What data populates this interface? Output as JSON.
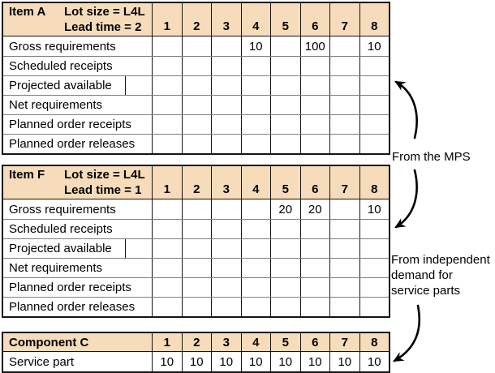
{
  "colors": {
    "header_bg": "#F6DCBA",
    "grid_gray": "#7f7f7f",
    "line_black": "#141414"
  },
  "periods": [
    "1",
    "2",
    "3",
    "4",
    "5",
    "6",
    "7",
    "8"
  ],
  "tables": [
    {
      "id": "item-a",
      "title": "Item A",
      "lot_size": "Lot size = L4L",
      "lead_time": "Lead time = 2",
      "rows": [
        {
          "label": "Gross requirements",
          "values": [
            "",
            "",
            "",
            "10",
            "",
            "100",
            "",
            "10"
          ]
        },
        {
          "label": "Scheduled receipts",
          "values": [
            "",
            "",
            "",
            "",
            "",
            "",
            "",
            ""
          ]
        },
        {
          "label": "Projected available",
          "split": true,
          "values": [
            "",
            "",
            "",
            "",
            "",
            "",
            "",
            ""
          ]
        },
        {
          "label": "Net requirements",
          "values": [
            "",
            "",
            "",
            "",
            "",
            "",
            "",
            ""
          ]
        },
        {
          "label": "Planned order receipts",
          "values": [
            "",
            "",
            "",
            "",
            "",
            "",
            "",
            ""
          ]
        },
        {
          "label": "Planned order releases",
          "values": [
            "",
            "",
            "",
            "",
            "",
            "",
            "",
            ""
          ]
        }
      ]
    },
    {
      "id": "item-f",
      "title": "Item F",
      "lot_size": "Lot size = L4L",
      "lead_time": "Lead time = 1",
      "rows": [
        {
          "label": "Gross requirements",
          "values": [
            "",
            "",
            "",
            "",
            "20",
            "20",
            "",
            "10"
          ]
        },
        {
          "label": "Scheduled receipts",
          "values": [
            "",
            "",
            "",
            "",
            "",
            "",
            "",
            ""
          ]
        },
        {
          "label": "Projected available",
          "split": true,
          "values": [
            "",
            "",
            "",
            "",
            "",
            "",
            "",
            ""
          ]
        },
        {
          "label": "Net requirements",
          "values": [
            "",
            "",
            "",
            "",
            "",
            "",
            "",
            ""
          ]
        },
        {
          "label": "Planned order receipts",
          "values": [
            "",
            "",
            "",
            "",
            "",
            "",
            "",
            ""
          ]
        },
        {
          "label": "Planned order releases",
          "values": [
            "",
            "",
            "",
            "",
            "",
            "",
            "",
            ""
          ]
        }
      ]
    },
    {
      "id": "component-c",
      "title": "Component C",
      "rows": [
        {
          "label": "Service part",
          "values": [
            "10",
            "10",
            "10",
            "10",
            "10",
            "10",
            "10",
            "10"
          ]
        }
      ]
    }
  ],
  "annotations": {
    "mps": "From the MPS",
    "independent_lines": [
      "From independent",
      "demand for",
      "service parts"
    ]
  }
}
